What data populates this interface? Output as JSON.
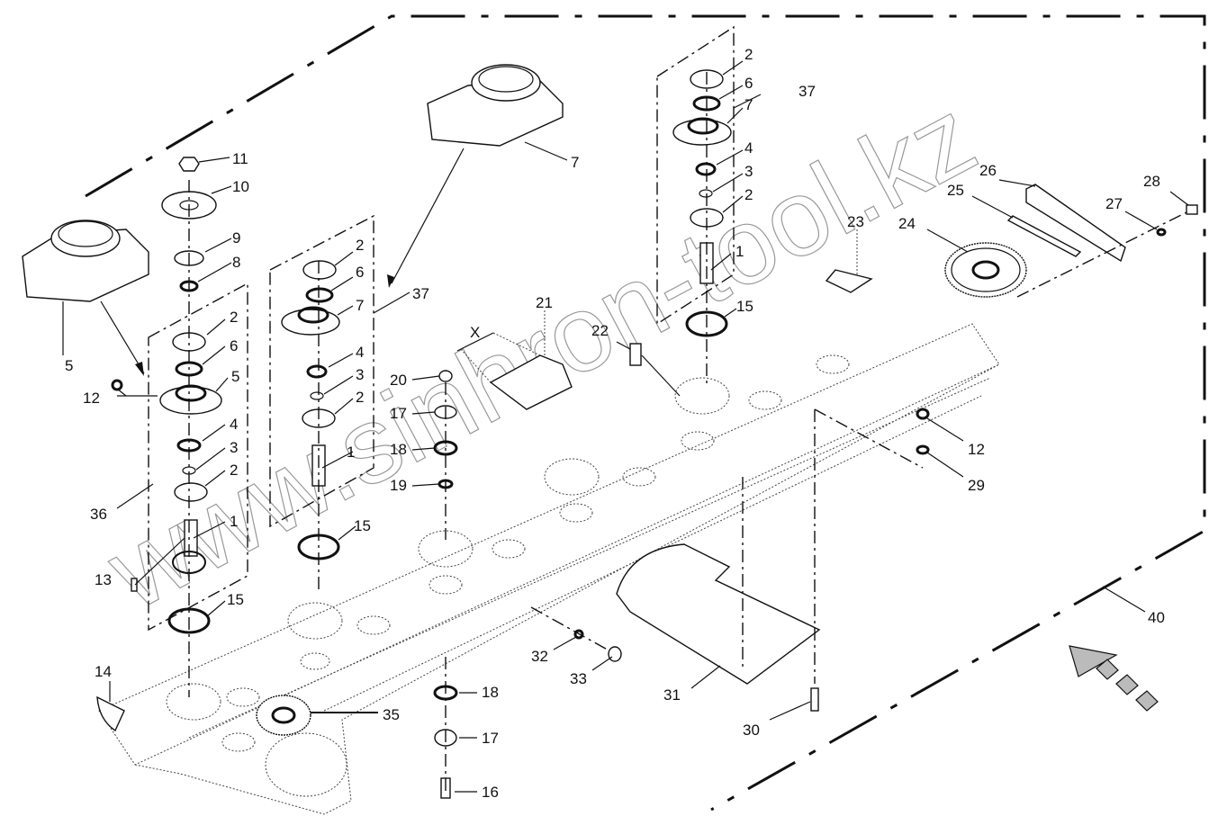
{
  "diagram": {
    "type": "exploded-parts-view",
    "subject": "mower cutter bar assembly",
    "watermark": "www.sinhron-tool.kz",
    "corner_mark": "",
    "dimension_label": "X",
    "callouts": [
      {
        "id": "c1a",
        "label": "1"
      },
      {
        "id": "c1b",
        "label": "1"
      },
      {
        "id": "c1c",
        "label": "1"
      },
      {
        "id": "c2a",
        "label": "2"
      },
      {
        "id": "c2b",
        "label": "2"
      },
      {
        "id": "c2c",
        "label": "2"
      },
      {
        "id": "c2d",
        "label": "2"
      },
      {
        "id": "c2e",
        "label": "2"
      },
      {
        "id": "c2f",
        "label": "2"
      },
      {
        "id": "c3a",
        "label": "3"
      },
      {
        "id": "c3b",
        "label": "3"
      },
      {
        "id": "c3c",
        "label": "3"
      },
      {
        "id": "c4a",
        "label": "4"
      },
      {
        "id": "c4b",
        "label": "4"
      },
      {
        "id": "c4c",
        "label": "4"
      },
      {
        "id": "c5a",
        "label": "5"
      },
      {
        "id": "c5b",
        "label": "5"
      },
      {
        "id": "c6a",
        "label": "6"
      },
      {
        "id": "c6b",
        "label": "6"
      },
      {
        "id": "c6c",
        "label": "6"
      },
      {
        "id": "c7a",
        "label": "7"
      },
      {
        "id": "c7b",
        "label": "7"
      },
      {
        "id": "c7c",
        "label": "7"
      },
      {
        "id": "c8",
        "label": "8"
      },
      {
        "id": "c9",
        "label": "9"
      },
      {
        "id": "c10",
        "label": "10"
      },
      {
        "id": "c11",
        "label": "11"
      },
      {
        "id": "c12a",
        "label": "12"
      },
      {
        "id": "c12b",
        "label": "12"
      },
      {
        "id": "c13",
        "label": "13"
      },
      {
        "id": "c14",
        "label": "14"
      },
      {
        "id": "c15a",
        "label": "15"
      },
      {
        "id": "c15b",
        "label": "15"
      },
      {
        "id": "c15c",
        "label": "15"
      },
      {
        "id": "c16",
        "label": "16"
      },
      {
        "id": "c17a",
        "label": "17"
      },
      {
        "id": "c17b",
        "label": "17"
      },
      {
        "id": "c18a",
        "label": "18"
      },
      {
        "id": "c18b",
        "label": "18"
      },
      {
        "id": "c19",
        "label": "19"
      },
      {
        "id": "c20",
        "label": "20"
      },
      {
        "id": "c21",
        "label": "21"
      },
      {
        "id": "c22",
        "label": "22"
      },
      {
        "id": "c23",
        "label": "23"
      },
      {
        "id": "c24",
        "label": "24"
      },
      {
        "id": "c25",
        "label": "25"
      },
      {
        "id": "c26",
        "label": "26"
      },
      {
        "id": "c27",
        "label": "27"
      },
      {
        "id": "c28",
        "label": "28"
      },
      {
        "id": "c29",
        "label": "29"
      },
      {
        "id": "c30",
        "label": "30"
      },
      {
        "id": "c31",
        "label": "31"
      },
      {
        "id": "c32",
        "label": "32"
      },
      {
        "id": "c33",
        "label": "33"
      },
      {
        "id": "c35",
        "label": "35"
      },
      {
        "id": "c36",
        "label": "36"
      },
      {
        "id": "c37a",
        "label": "37"
      },
      {
        "id": "c37b",
        "label": "37"
      },
      {
        "id": "c40",
        "label": "40"
      }
    ],
    "direction_arrow": "travel-direction-arrow"
  }
}
